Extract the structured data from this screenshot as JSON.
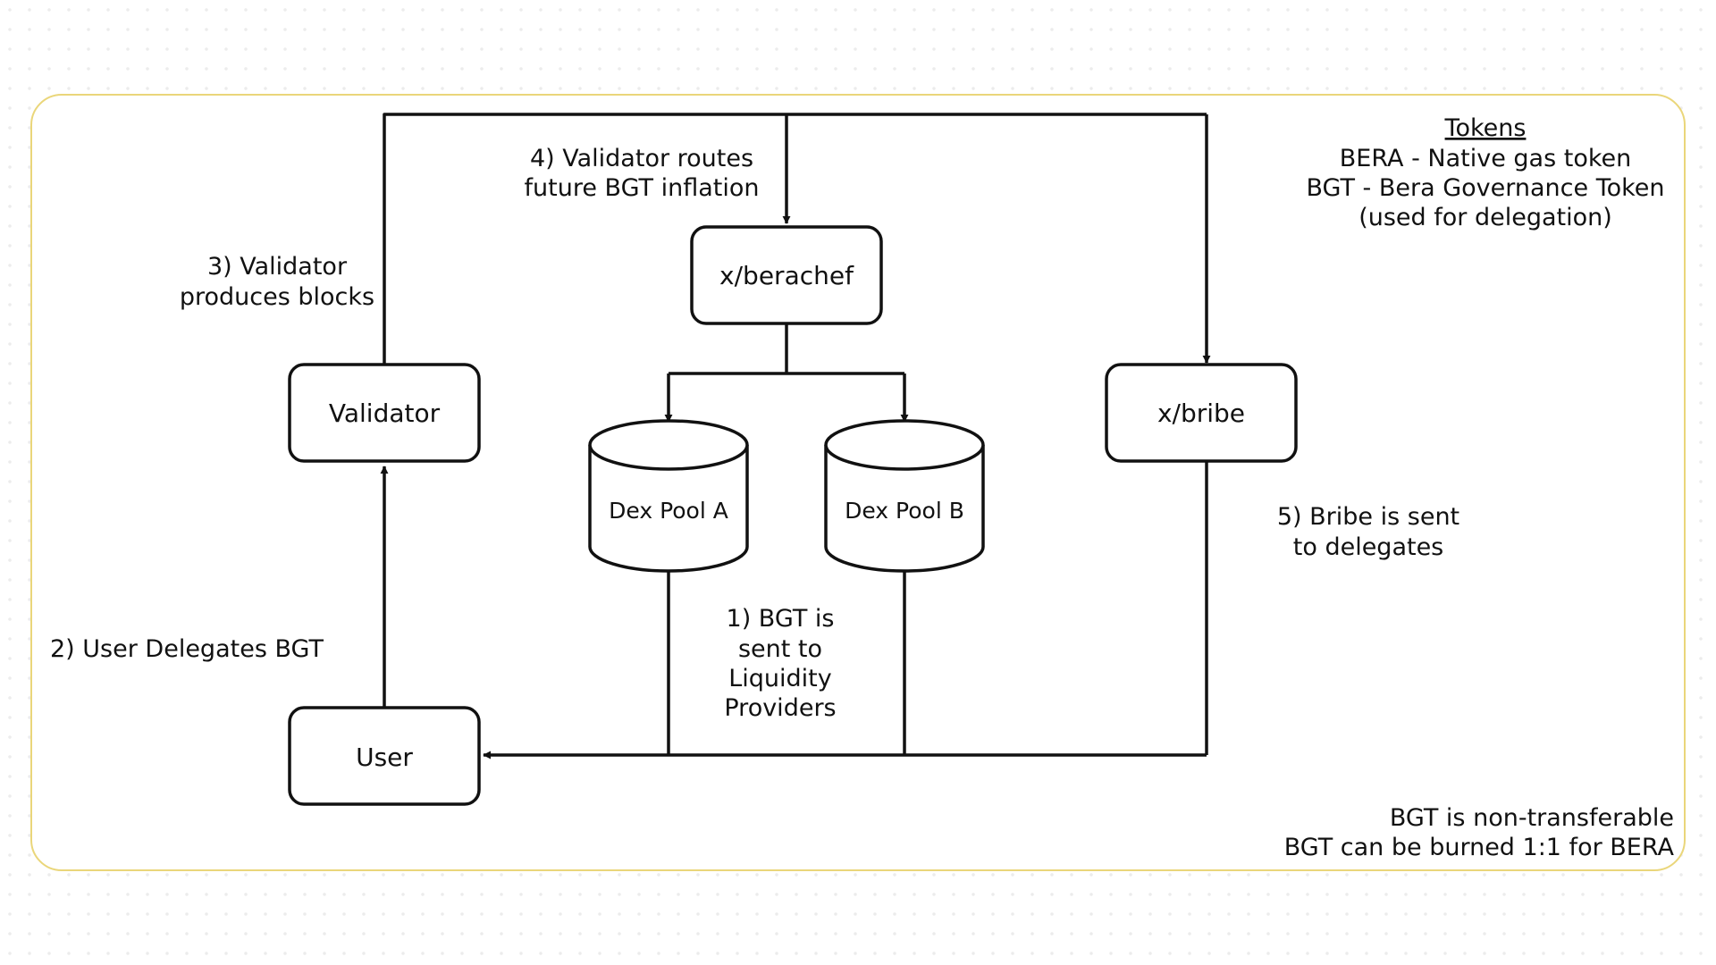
{
  "colors": {
    "frame_border": "#ead67a",
    "stroke": "#111111",
    "text": "#111111",
    "background_dots": "#ececec"
  },
  "nodes": {
    "validator": "Validator",
    "user": "User",
    "berachef": "x/berachef",
    "bribe": "x/bribe",
    "pool_a": "Dex Pool A",
    "pool_b": "Dex Pool B"
  },
  "steps": {
    "step1": [
      "1) BGT is",
      "sent to",
      "Liquidity",
      "Providers"
    ],
    "step2": "2) User Delegates BGT",
    "step3": [
      "3) Validator",
      "produces blocks"
    ],
    "step4": [
      "4) Validator routes",
      "future BGT inflation"
    ],
    "step5": [
      "5) Bribe is sent",
      "to delegates"
    ]
  },
  "legend": {
    "title": "Tokens",
    "lines": [
      "BERA - Native gas token",
      "BGT - Bera Governance Token",
      "(used for delegation)"
    ]
  },
  "notes": [
    "BGT is non-transferable",
    "BGT can be burned 1:1 for BERA"
  ]
}
